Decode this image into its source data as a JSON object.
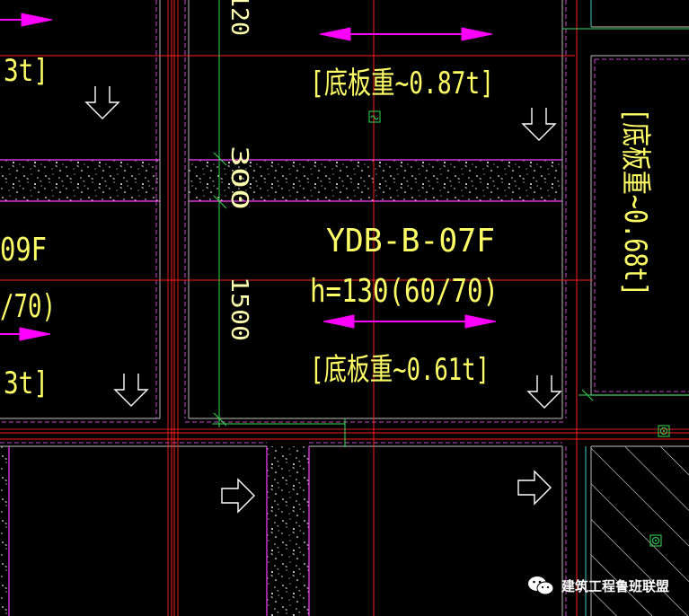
{
  "drawing": {
    "colors": {
      "background": "#000000",
      "axis_red": "#ff2020",
      "wall_outline": "#ff40ff",
      "frame_gray": "#9a9a9a",
      "text_yellow": "#ffff66",
      "dim_green": "#33dd55",
      "arrow_magenta": "#ff00ff",
      "arrow_white": "#ffffff",
      "cyan_line": "#40c8c8"
    },
    "labels": {
      "panel_top_center_weight": "[底板重~0.87t]",
      "panel_mid_id": "YDB-B-07F",
      "panel_mid_height": "h=130(60/70)",
      "panel_mid_weight": "[底板重~0.61t]",
      "panel_right_weight": "[底板重~0.68t]",
      "left_top_weight_fragment": "3t]",
      "left_mid_id_fragment": "09F",
      "left_mid_height_fragment": "/70)",
      "left_bottom_weight_fragment": "3t]",
      "dim_top": "120",
      "dim_300": "300",
      "dim_1500": "1500"
    },
    "icons": [
      "down-arrow-icon",
      "right-arrow-icon",
      "double-arrow-icon",
      "wave-marker-icon",
      "target-marker-icon"
    ]
  },
  "watermark": {
    "text": "建筑工程鲁班联盟",
    "icon": "wechat-icon"
  }
}
